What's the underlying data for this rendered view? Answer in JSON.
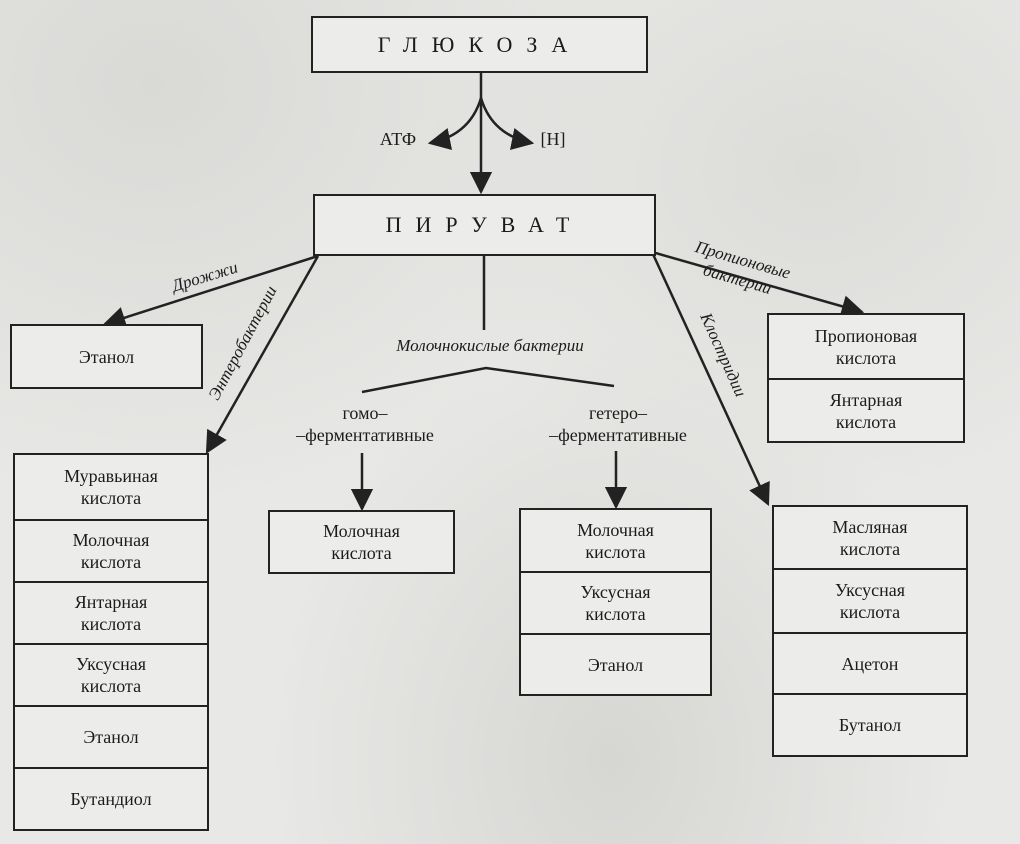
{
  "top": {
    "glucose": "ГЛЮКОЗА",
    "atp": "АТФ",
    "h": "[H]",
    "pyruvate": "ПИРУВАТ"
  },
  "branches": {
    "yeast": "Дрожжи",
    "enterobacteria": "Энтеробактерии",
    "lactic": "Молочнокислые бактерии",
    "propionic": "Пропионовые\nбактерии",
    "clostridia": "Клостридии",
    "homo": "гомо–\n–ферментативные",
    "hetero": "гетеро–\n–ферментативные"
  },
  "products": {
    "yeast": [
      "Этанол"
    ],
    "enterobacteria": [
      "Муравьиная\nкислота",
      "Молочная\nкислота",
      "Янтарная\nкислота",
      "Уксусная\nкислота",
      "Этанол",
      "Бутандиол"
    ],
    "homo": [
      "Молочная\nкислота"
    ],
    "hetero": [
      "Молочная\nкислота",
      "Уксусная\nкислота",
      "Этанол"
    ],
    "propionic": [
      "Пропионовая\nкислота",
      "Янтарная\nкислота"
    ],
    "clostridia": [
      "Масляная\nкислота",
      "Уксусная\nкислота",
      "Ацетон",
      "Бутанол"
    ]
  }
}
